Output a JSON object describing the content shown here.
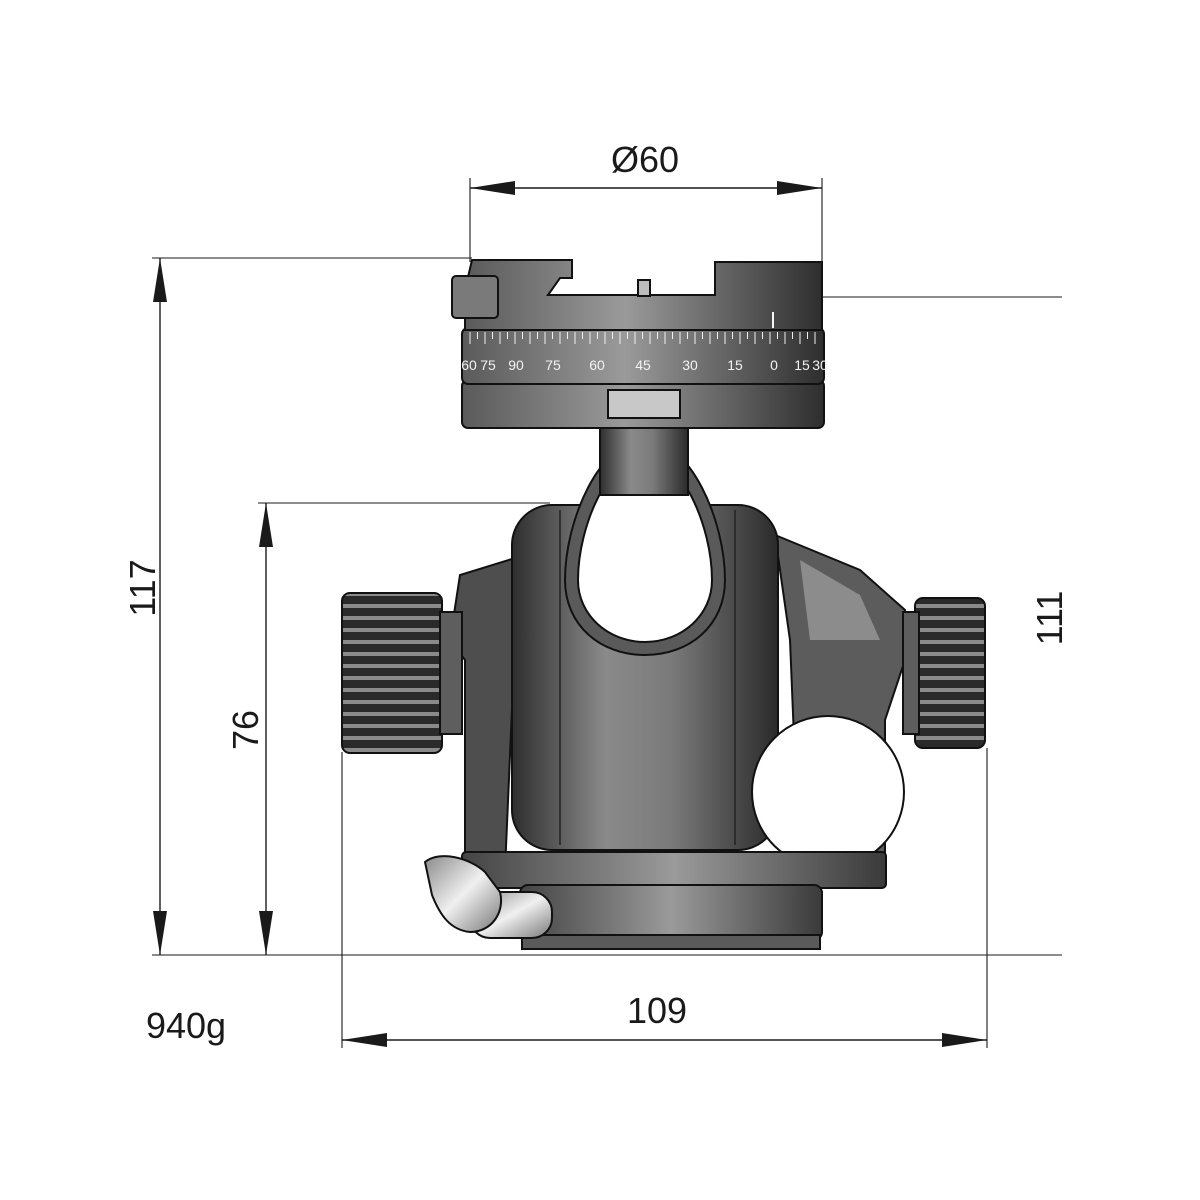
{
  "dimensions": {
    "diameter": "Ø60",
    "total_height": "117",
    "lower_height": "76",
    "right_height": "111",
    "width": "109",
    "weight": "940g"
  },
  "scale_labels": [
    "60",
    "75",
    "90",
    "75",
    "60",
    "45",
    "30",
    "15",
    "0",
    "15",
    "30"
  ],
  "colors": {
    "body_dark": "#3a3a3a",
    "body_mid": "#6e6e6e",
    "body_light": "#b8b8b8",
    "line": "#1a1a1a"
  }
}
